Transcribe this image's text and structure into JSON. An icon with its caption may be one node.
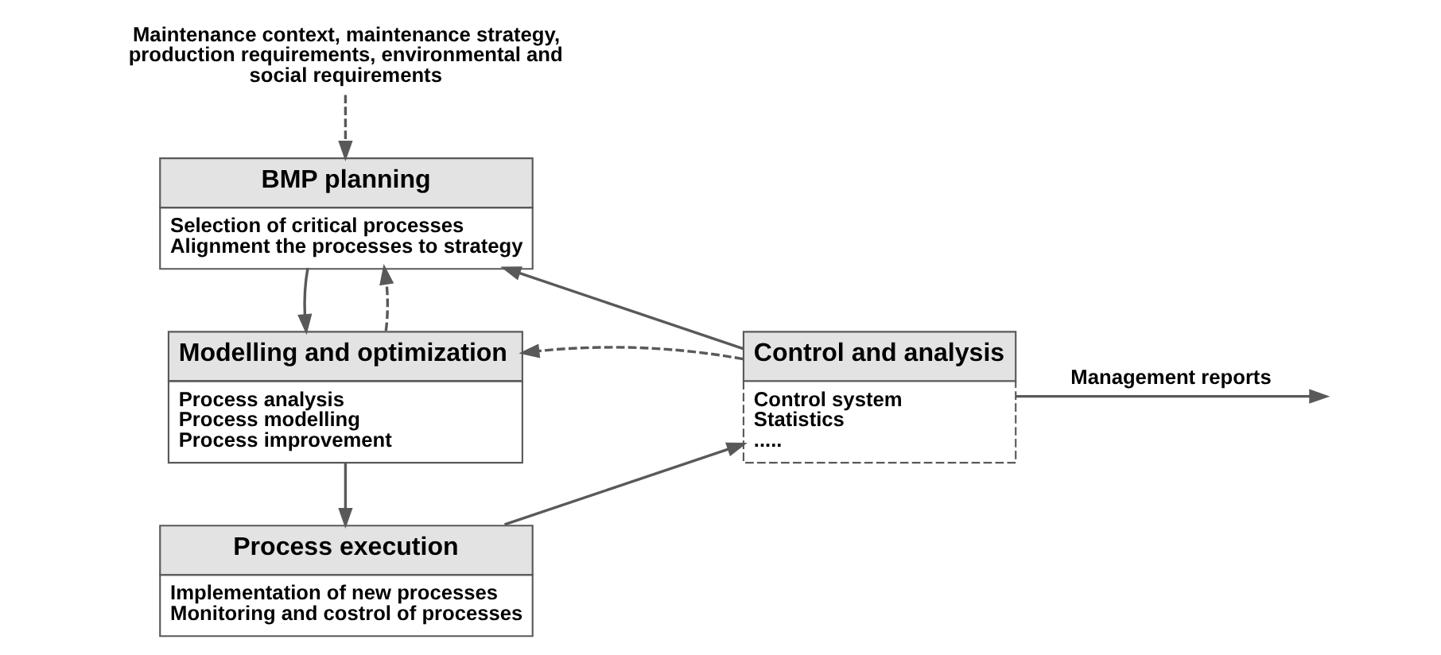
{
  "diagram": {
    "nodes": [
      {
        "text": [
          "Maintenance context, maintenance strategy, production requirements, environmental and social requirements"
        ]
      },
      {
        "text": [
          "BMP planning",
          "Selection of critical processes",
          "Alignment the processes to strategy"
        ]
      },
      {
        "text": [
          "Modelling and optimization",
          "Process analysis",
          "Process modelling",
          "Process improvement"
        ]
      },
      {
        "text": [
          "Control and analysis",
          "Control system",
          "Statistics",
          "....."
        ]
      },
      {
        "text": [
          "Process execution",
          "Implementation of new processes",
          "Monitoring and costrol of processes"
        ]
      }
    ],
    "edges": [
      {
        "from": 0,
        "to": 1,
        "arrow": "to",
        "style": "dashed"
      },
      {
        "from": 1,
        "to": 2,
        "arrow": "to"
      },
      {
        "from": 2,
        "to": 1,
        "arrow": "to",
        "style": "dashed"
      },
      {
        "from": 3,
        "to": 1,
        "arrow": "to"
      },
      {
        "from": 3,
        "to": 2,
        "arrow": "to",
        "style": "dashed"
      },
      {
        "from": 2,
        "to": 4,
        "arrow": "to"
      },
      {
        "from": 4,
        "to": 3,
        "arrow": "to"
      },
      {
        "from": 3,
        "to": null,
        "arrow": "to",
        "label": "Management reports"
      }
    ]
  }
}
